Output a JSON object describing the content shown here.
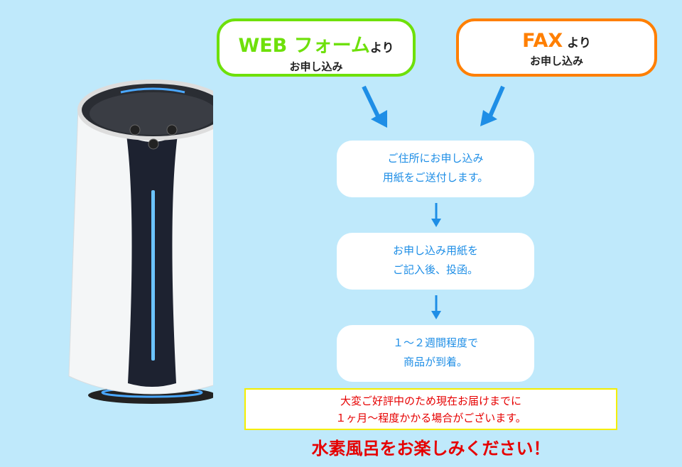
{
  "web_box": {
    "highlight": "WEB フォーム",
    "suffix": "より",
    "line2": "お申し込み",
    "color": "#6ee00a"
  },
  "fax_box": {
    "highlight": "FAX",
    "suffix": " より",
    "line2": "お申し込み",
    "color": "#ff7f00"
  },
  "steps": [
    {
      "line1": "ご住所にお申し込み",
      "line2": "用紙をご送付します。"
    },
    {
      "line1": "お申し込み用紙を",
      "line2": "ご記入後、投函。"
    },
    {
      "line1": "１～２週間程度で",
      "line2": "商品が到着。"
    }
  ],
  "notice": {
    "line1": "大変ご好評中のため現在お届けまでに",
    "line2": "１ヶ月〜程度かかる場合がございます。"
  },
  "slogan": "水素風呂をお楽しみください！",
  "colors": {
    "background": "#bfe9fb",
    "arrow": "#1e8ee6",
    "notice_text": "#e60000"
  }
}
